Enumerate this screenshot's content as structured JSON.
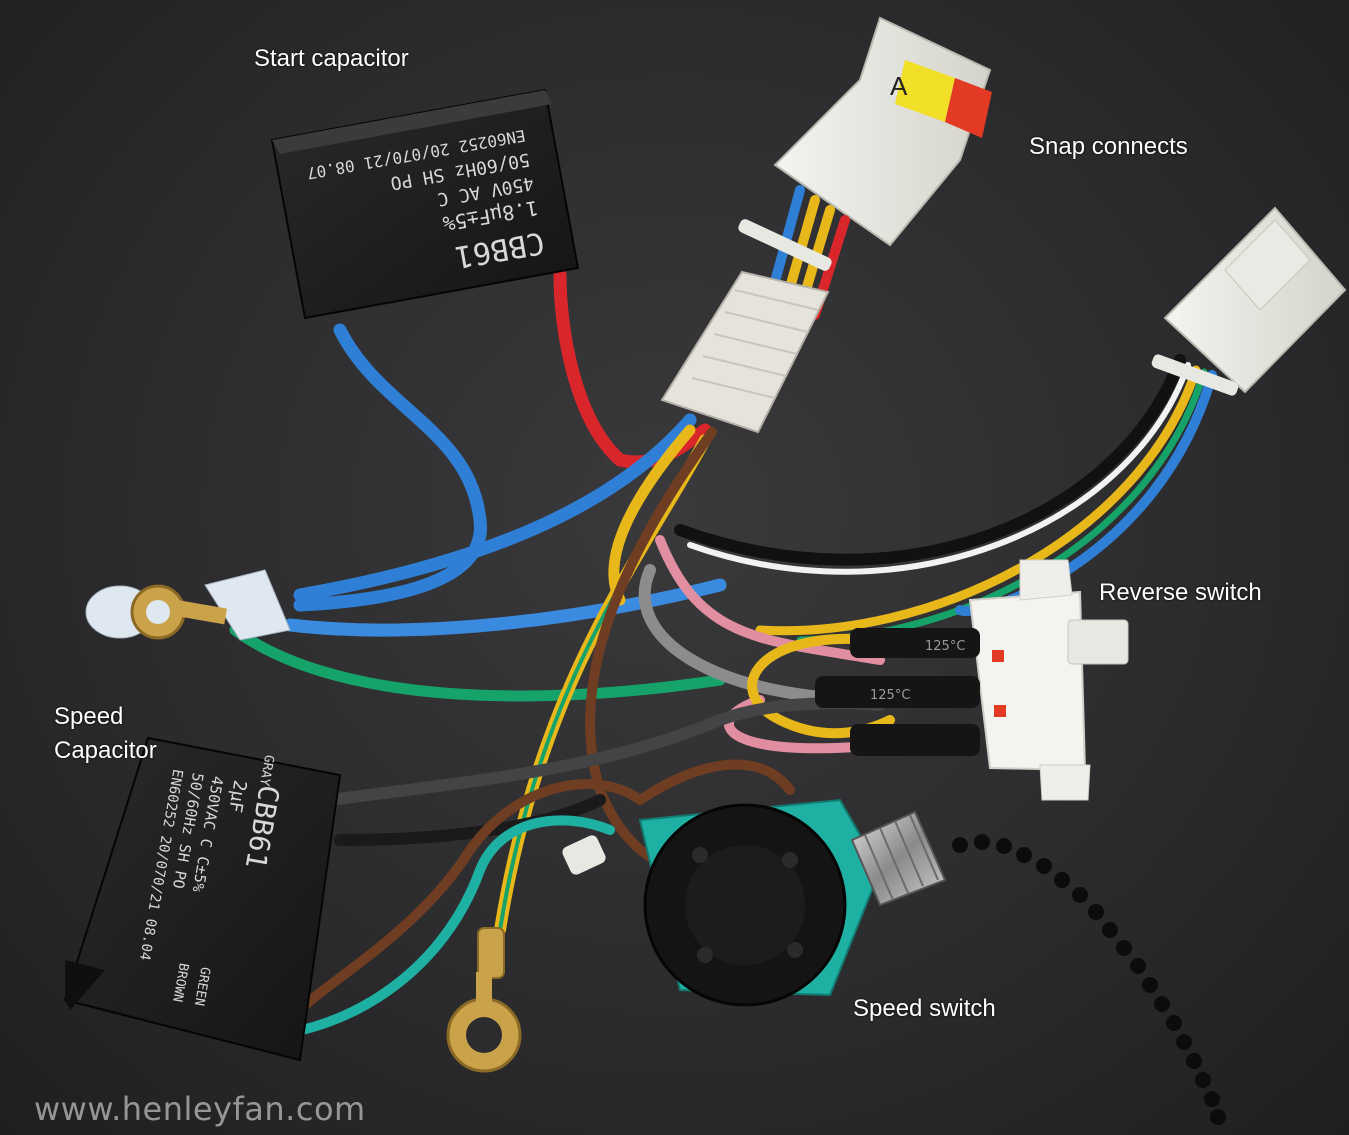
{
  "labels": {
    "start_capacitor": "Start capacitor",
    "snap_connects": "Snap connects",
    "reverse_switch": "Reverse switch",
    "speed_capacitor_line1": "Speed",
    "speed_capacitor_line2": "Capacitor",
    "speed_switch": "Speed switch"
  },
  "start_cap_print": {
    "model": "CBB61",
    "rating": "1.8μF±5%",
    "voltage": "450V AC C",
    "freq": "50/60Hz SH PO",
    "std": "EN60252 20/070/21 08.07"
  },
  "speed_cap_print": {
    "model": "CBB61",
    "rating": "2μF",
    "spec": "450VAC C C±5%",
    "freq": "50/60Hz SH PO",
    "std": "EN60252 20/070/21 08.04",
    "gray": "GRAY",
    "brown": "BROWN",
    "green": "GREEN"
  },
  "connector_mark": "A",
  "heat_shrink_print": "125°C",
  "watermark": "www.henleyfan.com",
  "wire_colors": {
    "blue": "#2f7fd6",
    "red": "#d8262b",
    "yellow": "#e8b81a",
    "green": "#16a36a",
    "brown": "#6e3d22",
    "black": "#111111",
    "gray": "#8c8c8c",
    "pink": "#e18fa0",
    "teal": "#1fb0a4"
  }
}
